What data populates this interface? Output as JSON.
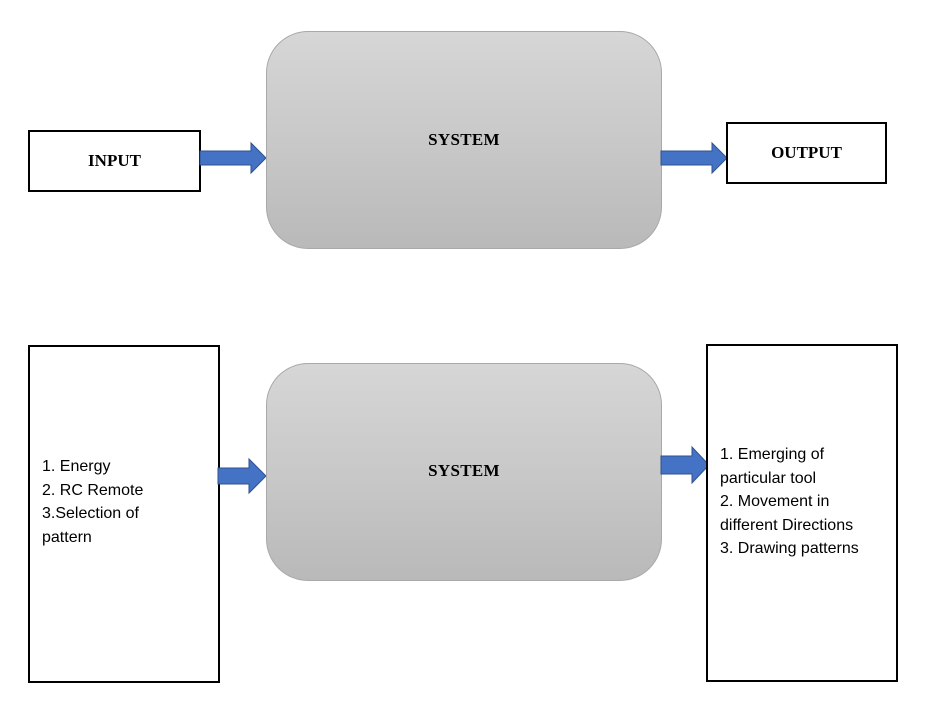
{
  "top_diagram": {
    "input_label": "INPUT",
    "system_label": "SYSTEM",
    "output_label": "OUTPUT"
  },
  "bottom_diagram": {
    "system_label": "SYSTEM",
    "input_lines": [
      "1. Energy",
      "2. RC Remote",
      "3.Selection of",
      "pattern"
    ],
    "output_lines": [
      "1. Emerging of",
      "particular tool",
      "2. Movement in",
      "different Directions",
      "3. Drawing patterns"
    ]
  },
  "colors": {
    "arrow_fill": "#4472C4",
    "arrow_stroke": "#2F528F",
    "system_fill": "#C9C9C9"
  }
}
